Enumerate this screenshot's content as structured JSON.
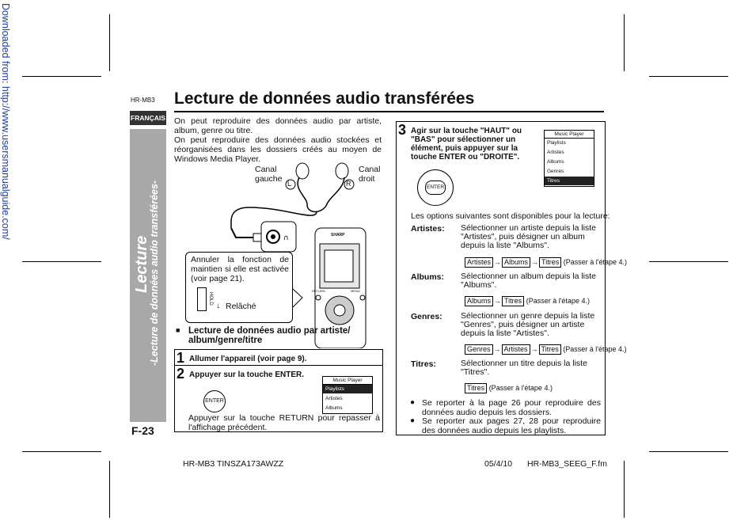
{
  "watermark": "Downloaded from: http://www.usersmanualguide.com/",
  "model_small": "HR-MB3",
  "language": "FRANÇAIS",
  "side_title_main": "Lecture",
  "side_title_sub": "-Lecture de données audio transférées-",
  "page_number": "F-23",
  "title": "Lecture de données audio transférées",
  "intro_1": "On peut reproduire des données audio par artiste, album, genre ou titre.",
  "intro_2": "On peut reproduire des données audio stockées et réorganisées dans les dossiers créés au moyen de Windows Media Player.",
  "illustration": {
    "canal_gauche": [
      "Canal",
      "gauche"
    ],
    "canal_droit": [
      "Canal",
      "droit"
    ],
    "letter_l": "L",
    "letter_r": "R",
    "brand": "SHARP",
    "return_label": "RETURN",
    "menu_label": "MENU",
    "hold_note": "Annuler la fonction de maintien si elle est activée (voir page 21).",
    "hold_label": "HOLD",
    "relache": "Relâché"
  },
  "section_heading": "Lecture de données audio par artiste/ album/genre/titre",
  "steps": [
    {
      "num": "1",
      "text": "Allumer l'appareil (voir page 9)."
    },
    {
      "num": "2",
      "text": "Appuyer sur la touche ENTER.",
      "note": "Appuyer sur la touche RETURN pour repasser à l'affichage précédent."
    },
    {
      "num": "3",
      "text": "Agir sur la touche \"HAUT\" ou \"BAS\" pour sélectionner un élément, puis appuyer sur la touche ENTER ou \"DROITE\"."
    }
  ],
  "enter_label": "ENTER",
  "menu_small": {
    "header": "Music Player",
    "items": [
      "Playlists",
      "Artistes",
      "Albums"
    ]
  },
  "menu_large": {
    "header": "Music Player",
    "items": [
      "Playlists",
      "Artistes",
      "Albums",
      "Genres",
      "Titres"
    ]
  },
  "options_intro": "Les options suivantes sont disponibles pour la lecture:",
  "options": [
    {
      "term": "Artistes:",
      "desc": "Sélectionner un artiste depuis la liste \"Artistes\", puis désigner un album depuis la liste \"Albums\".",
      "flow": [
        "Artistes",
        "Albums",
        "Titres"
      ],
      "flow_note": "(Passer à l'étape 4.)"
    },
    {
      "term": "Albums:",
      "desc": "Sélectionner un album depuis la liste \"Albums\".",
      "flow": [
        "Albums",
        "Titres"
      ],
      "flow_note": "(Passer à l'étape 4.)"
    },
    {
      "term": "Genres:",
      "desc": "Sélectionner un genre depuis la liste \"Genres\", puis désigner un artiste depuis la liste \"Artistes\".",
      "flow": [
        "Genres",
        "Artistes",
        "Titres"
      ],
      "flow_note": "(Passer à l'étape 4.)"
    },
    {
      "term": "Titres:",
      "desc": "Sélectionner un titre depuis la liste \"Titres\".",
      "flow": [
        "Titres"
      ],
      "flow_note": "(Passer à l'étape 4.)"
    }
  ],
  "bullets": [
    "Se reporter à la page 26 pour reproduire des données audio depuis les dossiers.",
    "Se reporter aux pages 27, 28 pour reproduire des données audio depuis les playlists."
  ],
  "footer_left": "HR-MB3 TINSZA173AWZZ",
  "footer_date": "05/4/10",
  "footer_file": "HR-MB3_SEEG_F.fm"
}
